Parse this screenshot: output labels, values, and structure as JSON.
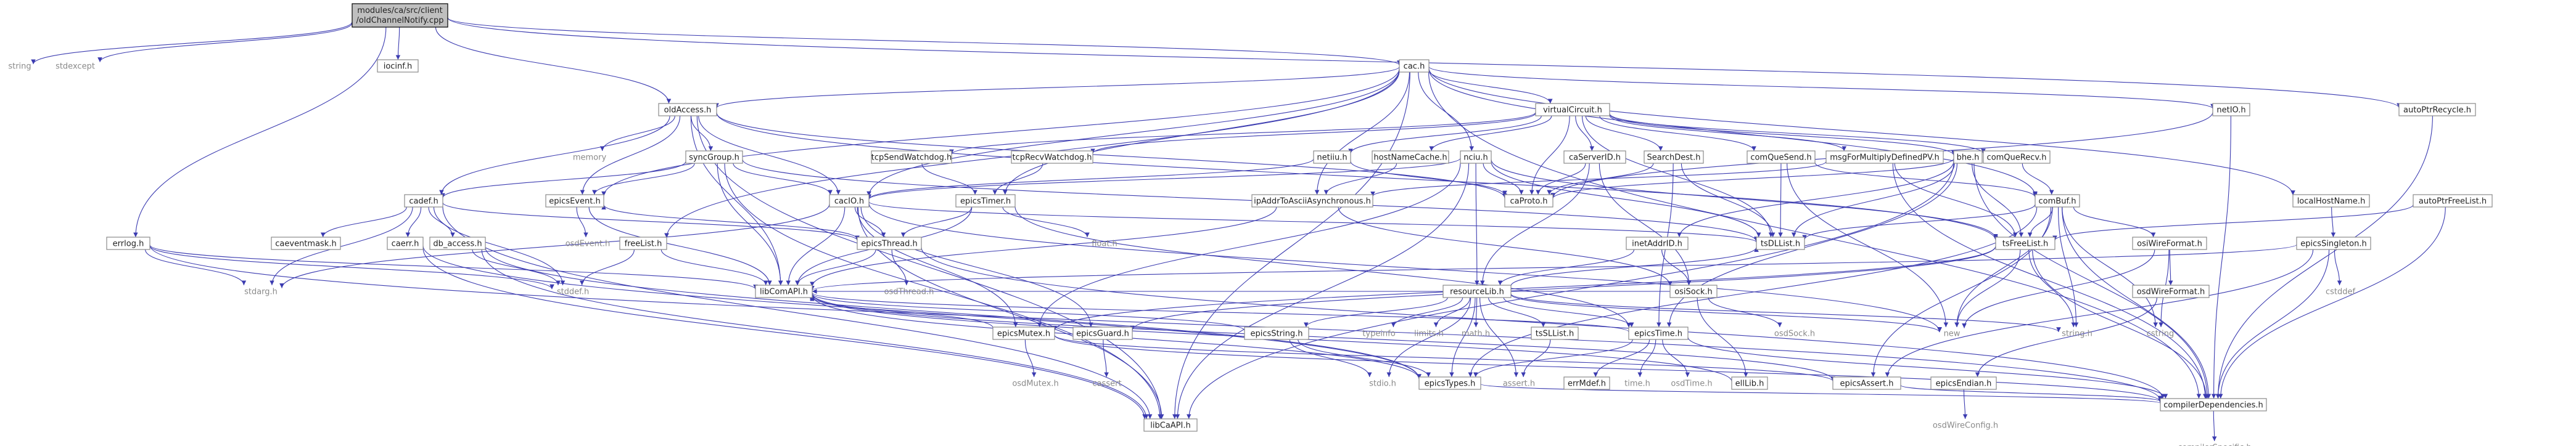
{
  "title": "modules/ca/src/client/oldChannelNotify.cpp",
  "root": {
    "line1": "modules/ca/src/client",
    "line2": "/oldChannelNotify.cpp"
  },
  "nodes": {
    "string": "string",
    "stdexcept": "stdexcept",
    "iocinf_h": "iocinf.h",
    "errlog_h": "errlog.h",
    "oldAccess_h": "oldAccess.h",
    "cac_h": "cac.h",
    "autoPtrRecycle_h": "autoPtrRecycle.h",
    "memory": "memory",
    "syncGroup_h": "syncGroup.h",
    "cadef_h": "cadef.h",
    "epicsEvent_h": "epicsEvent.h",
    "osdEvent_h": "osdEvent.h",
    "caeventmask_h": "caeventmask.h",
    "caerr_h": "caerr.h",
    "db_access_h": "db_access.h",
    "stdarg_h": "stdarg.h",
    "stddef_h": "stddef.h",
    "libCom_API_h": "libComAPI.h",
    "libCa_API_h": "libCaAPI.h",
    "tcpSendWatchdog_h": "tcpSendWatchdog.h",
    "tcpRecvWatchdog_h": "tcpRecvWatchdog.h",
    "cacIO_h": "cacIO.h",
    "freeList_h": "freeList.h",
    "epicsTimer_h": "epicsTimer.h",
    "epicsThread_h": "epicsThread.h",
    "osdThread_h": "osdThread.h",
    "epicsMutex_h": "epicsMutex.h",
    "osdMutex_h": "osdMutex.h",
    "epicsGuard_h": "epicsGuard.h",
    "cassert": "cassert",
    "float_h": "float.h",
    "virtualCircuit_h": "virtualCircuit.h",
    "netiiu_h": "netiiu.h",
    "hostNameCache_h": "hostNameCache.h",
    "nciu_h": "nciu.h",
    "ipAddrToAsciiAsynchronous_h": "ipAddrToAsciiAsynchronous.h",
    "caServerID_h": "caServerID.h",
    "SearchDest_h": "SearchDest.h",
    "comQueSend_h": "comQueSend.h",
    "msgForMultiplyDefinedPV_h": "msgForMultiplyDefinedPV.h",
    "bhe_h": "bhe.h",
    "comQueRecv_h": "comQueRecv.h",
    "netIO_h": "netIO.h",
    "caProto_h": "caProto.h",
    "inetAddrID_h": "inetAddrID.h",
    "comBuf_h": "comBuf.h",
    "localHostName_h": "localHostName.h",
    "autoPtrFreeList_h": "autoPtrFreeList.h",
    "tsDLList_h": "tsDLList.h",
    "tsFreeList_h": "tsFreeList.h",
    "osiSock_h": "osiSock.h",
    "osdSock_h": "osdSock.h",
    "resourceLib_h": "resourceLib.h",
    "new": "new",
    "epicsString_h": "epicsString.h",
    "typeinfo": "typeinfo",
    "limits_h": "limits.h",
    "math_h": "math.h",
    "tsSLList_h": "tsSLList.h",
    "epicsTime_h": "epicsTime.h",
    "stdio_h": "stdio.h",
    "epicsTypes_h": "epicsTypes.h",
    "assert_h": "assert.h",
    "errMdef_h": "errMdef.h",
    "time_h": "time.h",
    "osdTime_h": "osdTime.h",
    "ellLib_h": "ellLib.h",
    "osiWireFormat_h": "osiWireFormat.h",
    "osdWireFormat_h": "osdWireFormat.h",
    "epicsSingleton_h": "epicsSingleton.h",
    "cstddef": "cstddef",
    "string_h": "string.h",
    "cstring": "cstring",
    "epicsAssert_h": "epicsAssert.h",
    "epicsEndian_h": "epicsEndian.h",
    "osdWireConfig_h": "osdWireConfig.h",
    "compilerDependencies_h": "compilerDependencies.h",
    "compilerSpecific_h": "compilerSpecific.h"
  },
  "edge_color": "#3b3bb0",
  "root_fill": "#bfbfbf",
  "plain_text_color": "#8a8a8a"
}
